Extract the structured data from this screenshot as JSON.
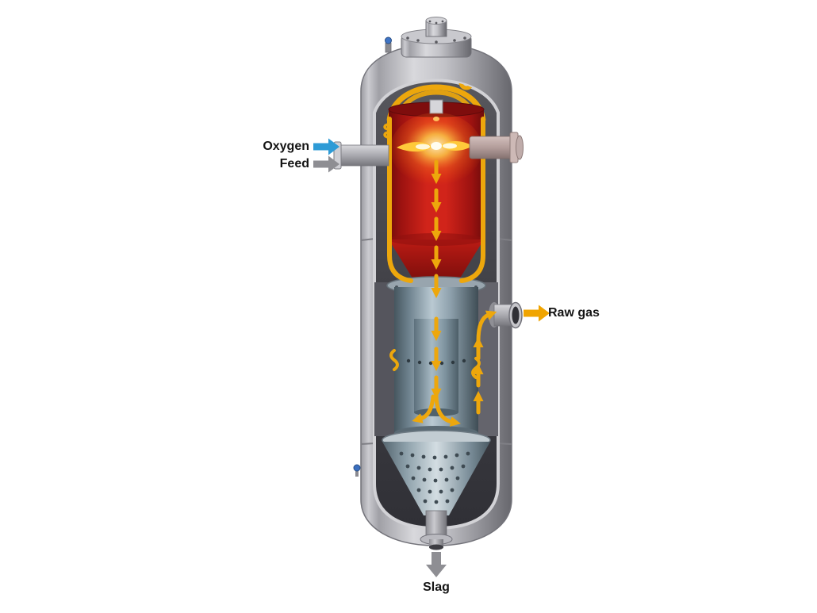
{
  "diagram": {
    "labels": {
      "oxygen": "Oxygen",
      "feed": "Feed",
      "raw_gas": "Raw gas",
      "slag": "Slag"
    },
    "colors": {
      "background": "#ffffff",
      "oxygen_arrow": "#2e9bd6",
      "feed_arrow": "#8e8e93",
      "raw_gas_arrow": "#f0a400",
      "slag_arrow": "#8e8e93",
      "flow_arrow": "#eda70c",
      "vessel_gray": "#b7b7bd",
      "combustion_red": "#cc1f18",
      "flame_yellow": "#ffd65c",
      "quench_blue": "#7e93a1",
      "cone_gray": "#9fb0ba"
    }
  }
}
